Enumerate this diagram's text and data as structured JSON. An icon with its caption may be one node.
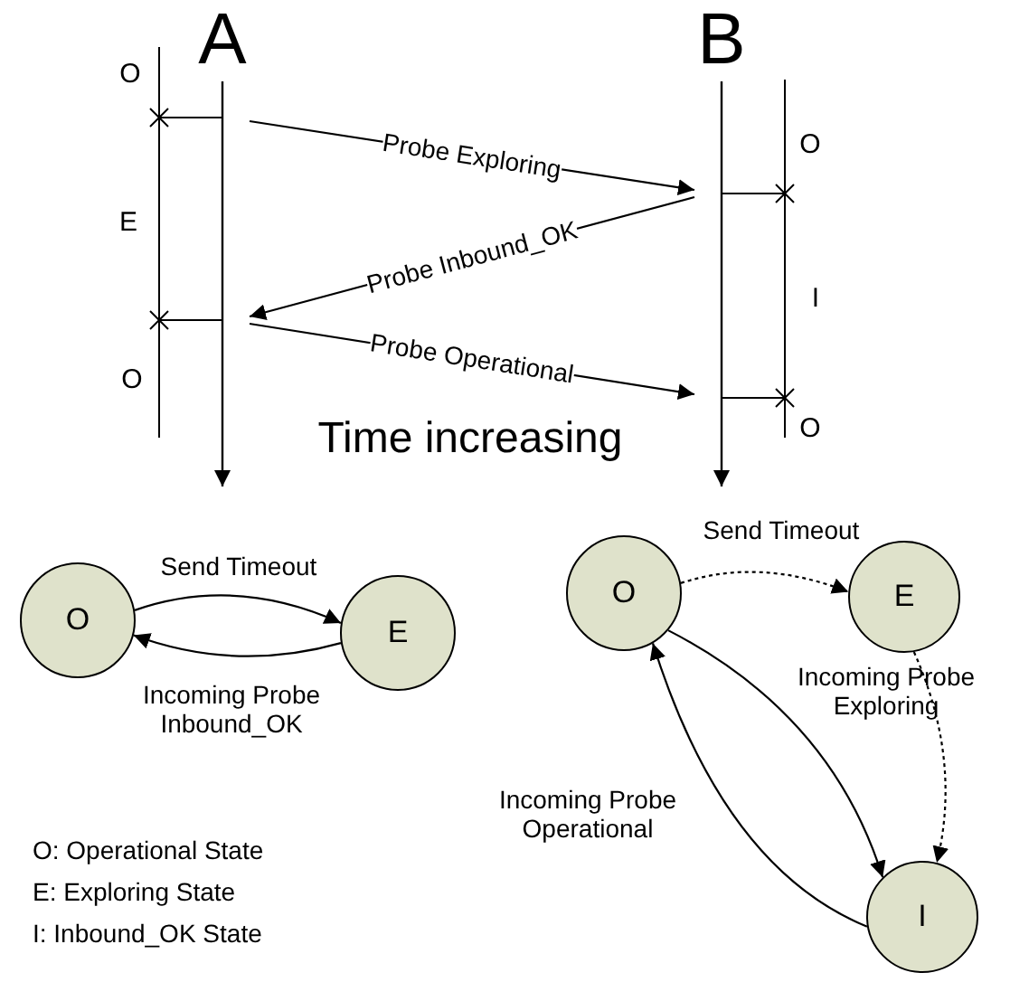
{
  "diagram": {
    "nodes": [
      {
        "text": [
          "A"
        ]
      },
      {
        "text": [
          "B"
        ]
      },
      {
        "text": [
          "O"
        ]
      },
      {
        "text": [
          "E"
        ]
      },
      {
        "text": [
          "O"
        ]
      },
      {
        "text": [
          "E"
        ]
      },
      {
        "text": [
          "I"
        ]
      }
    ],
    "edges": [
      {
        "from": 0,
        "to": 1,
        "arrow": "to",
        "label": "Probe Exploring"
      },
      {
        "from": 1,
        "to": 0,
        "arrow": "to",
        "label": "Probe Inbound_OK"
      },
      {
        "from": 0,
        "to": 1,
        "arrow": "to",
        "label": "Probe Operational"
      },
      {
        "from": 2,
        "to": 3,
        "arrow": "to",
        "label": "Send Timeout"
      },
      {
        "from": 3,
        "to": 2,
        "arrow": "to",
        "label": "Incoming Probe Inbound_OK"
      },
      {
        "from": 4,
        "to": 5,
        "arrow": "to",
        "label": "Send Timeout",
        "style": "dashed"
      },
      {
        "from": 5,
        "to": 6,
        "arrow": "to",
        "label": "Incoming Probe Exploring",
        "style": "dashed"
      },
      {
        "from": 4,
        "to": 6,
        "arrow": "to"
      },
      {
        "from": 6,
        "to": 4,
        "arrow": "to",
        "label": "Incoming Probe Operational"
      }
    ],
    "labels": [
      "O",
      "O",
      "E",
      "I",
      "O",
      "O",
      "Time increasing",
      "O: Operational State",
      "E: Exploring State",
      "I: Inbound_OK State"
    ]
  }
}
